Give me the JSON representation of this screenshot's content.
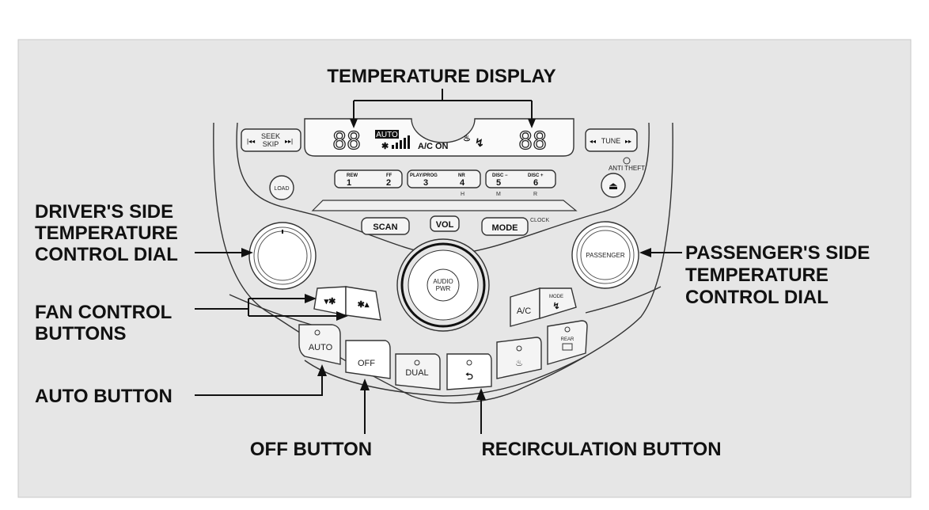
{
  "callouts": {
    "temperature_display": "TEMPERATURE DISPLAY",
    "driver_dial": [
      "DRIVER'S SIDE",
      "TEMPERATURE",
      "CONTROL DIAL"
    ],
    "fan_buttons": [
      "FAN CONTROL",
      "BUTTONS"
    ],
    "auto_button": "AUTO BUTTON",
    "off_button": "OFF BUTTON",
    "recirculation_button": "RECIRCULATION BUTTON",
    "passenger_dial": [
      "PASSENGER'S SIDE",
      "TEMPERATURE",
      "CONTROL DIAL"
    ]
  },
  "display": {
    "left_temp": "88",
    "right_temp": "88",
    "auto_badge": "AUTO",
    "ac_status": "A/C ON"
  },
  "radio": {
    "seek": [
      "SEEK",
      "SKIP"
    ],
    "tune": "TUNE",
    "anti_theft": "ANTI THEFT",
    "load": "LOAD",
    "presets": [
      {
        "top": "REW",
        "num": "1"
      },
      {
        "top": "FF",
        "num": "2"
      },
      {
        "top": "PLAY/PROG",
        "num": "3"
      },
      {
        "top": "NR",
        "num": "4"
      },
      {
        "top": "DISC −",
        "num": "5"
      },
      {
        "top": "DISC +",
        "num": "6"
      }
    ],
    "sub_labels": [
      "H",
      "M",
      "R"
    ],
    "scan": "SCAN",
    "vol": "VOL",
    "mode": "MODE",
    "clock": "CLOCK",
    "audio_pwr": [
      "AUDIO",
      "PWR"
    ]
  },
  "climate": {
    "passenger": "PASSENGER",
    "ac": "A/C",
    "mode": "MODE",
    "auto": "AUTO",
    "off": "OFF",
    "dual": "DUAL",
    "rear": "REAR"
  },
  "colors": {
    "background": "#e6e6e6",
    "line": "#111111"
  }
}
